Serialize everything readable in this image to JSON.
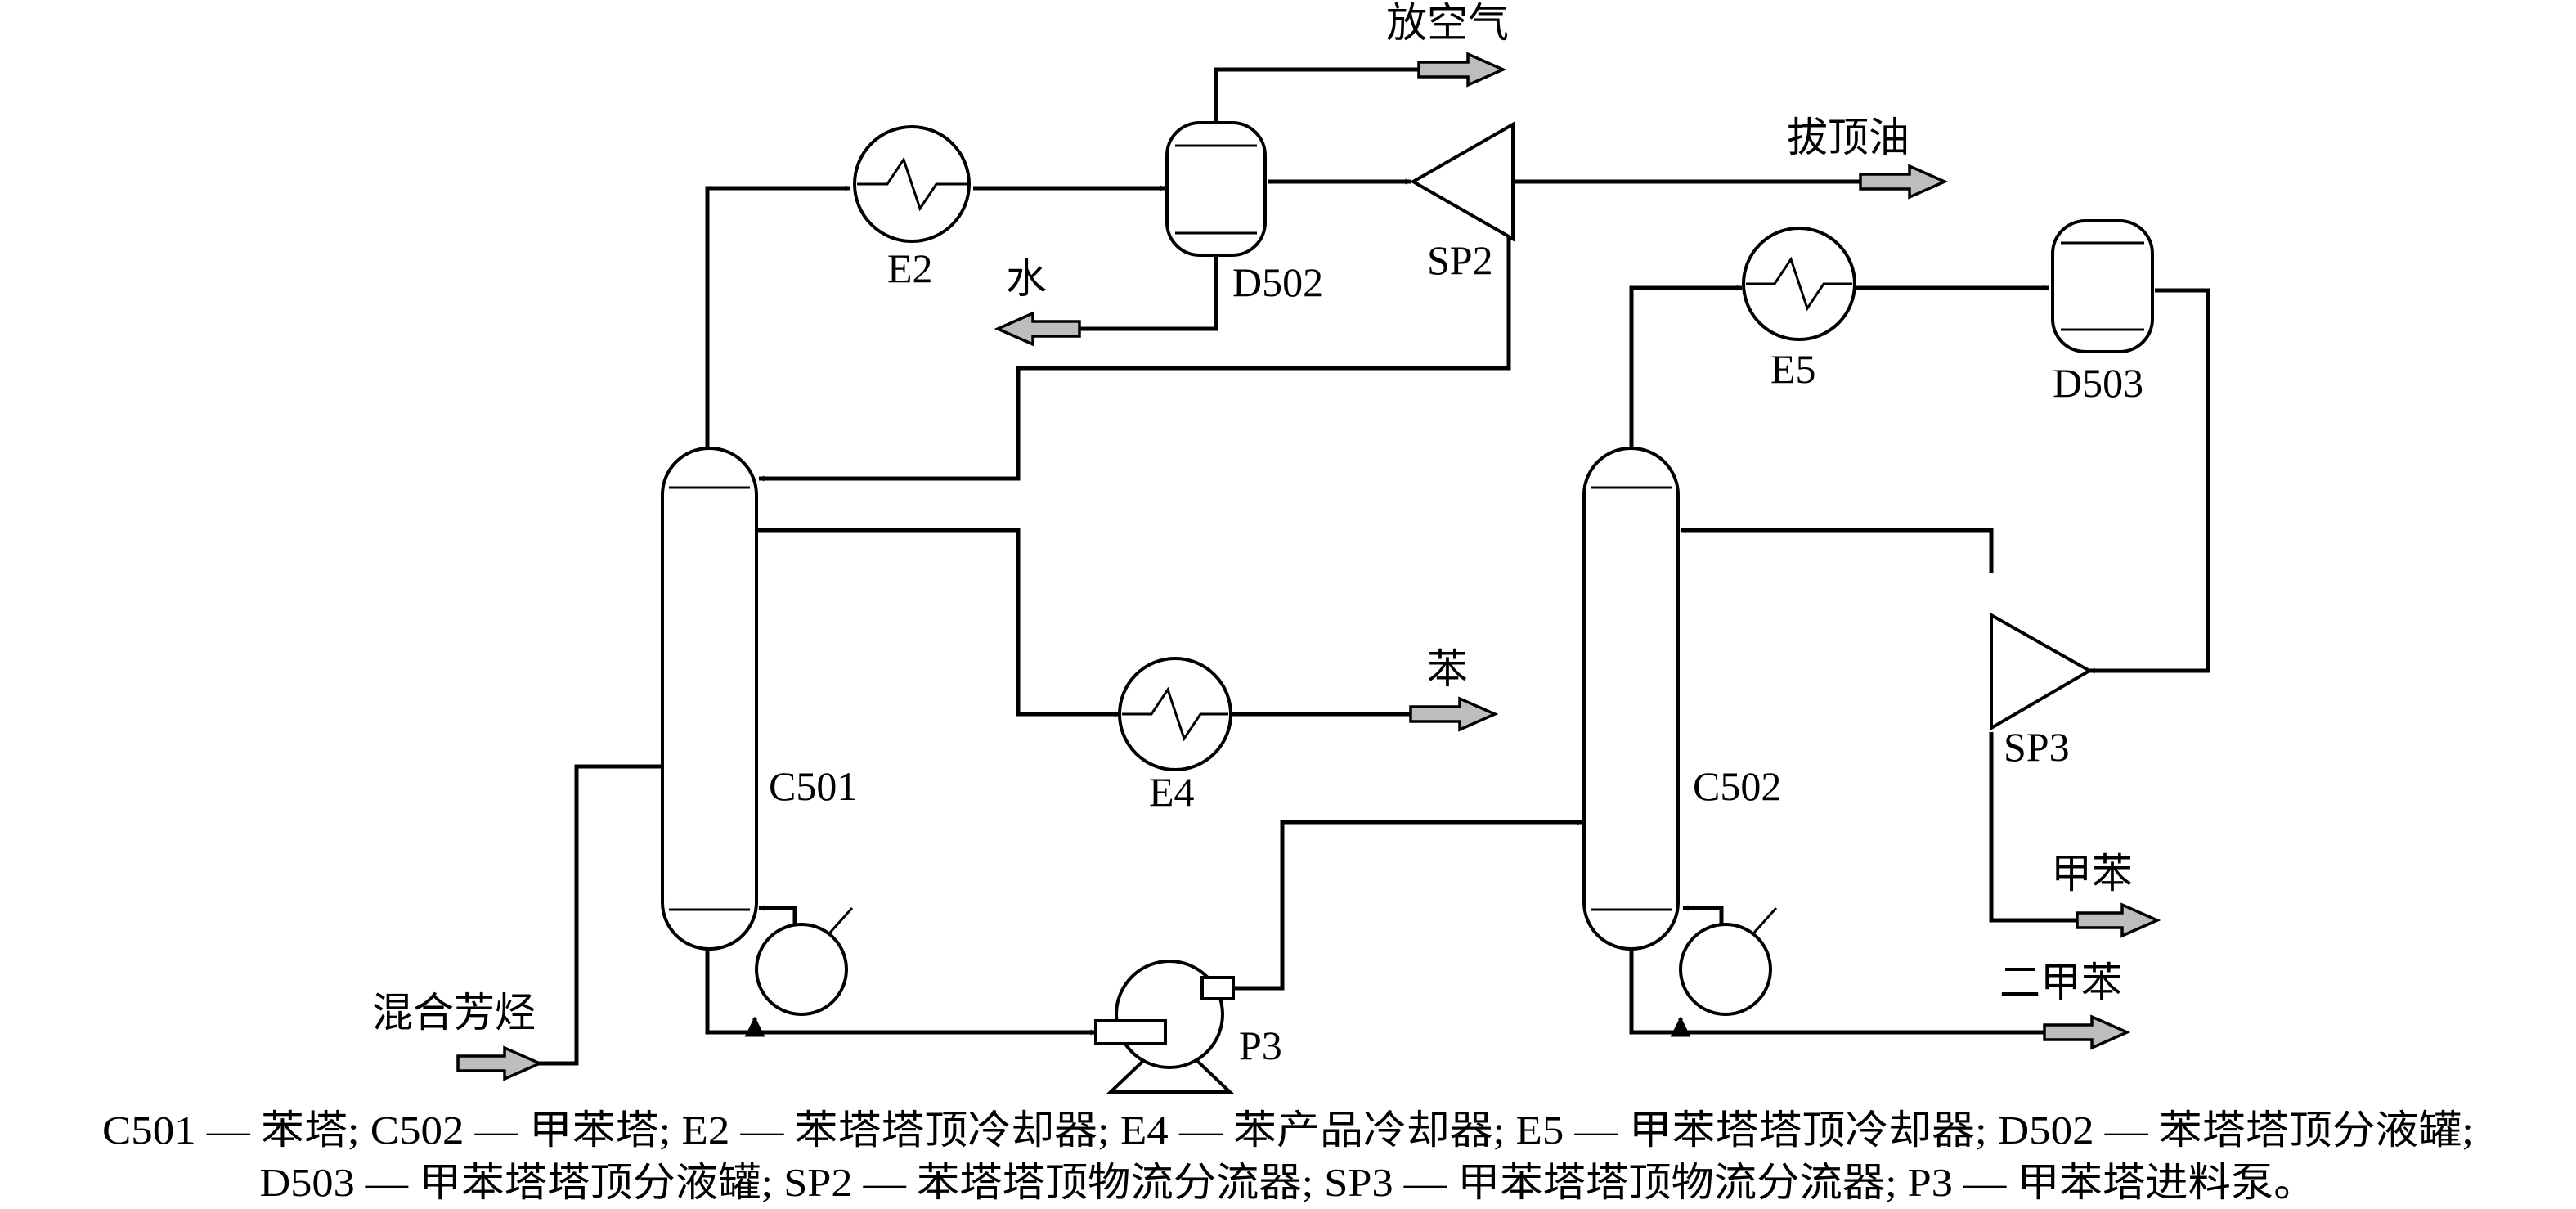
{
  "equipment": {
    "C501": "C501",
    "C502": "C502",
    "E2": "E2",
    "E4": "E4",
    "E5": "E5",
    "D502": "D502",
    "D503": "D503",
    "SP2": "SP2",
    "SP3": "SP3",
    "P3": "P3"
  },
  "streams": {
    "vent": "放空气",
    "top_oil": "拔顶油",
    "water": "水",
    "benzene": "苯",
    "toluene": "甲苯",
    "xylene": "二甲苯",
    "feed": "混合芳烃"
  },
  "caption": {
    "line1": "C501 — 苯塔; C502 — 甲苯塔; E2 — 苯塔塔顶冷却器; E4 — 苯产品冷却器; E5 — 甲苯塔塔顶冷却器; D502 — 苯塔塔顶分液罐;",
    "line2": "D503 — 甲苯塔塔顶分液罐; SP2 — 苯塔塔顶物流分流器; SP3 — 甲苯塔塔顶物流分流器; P3 — 甲苯塔进料泵。"
  }
}
